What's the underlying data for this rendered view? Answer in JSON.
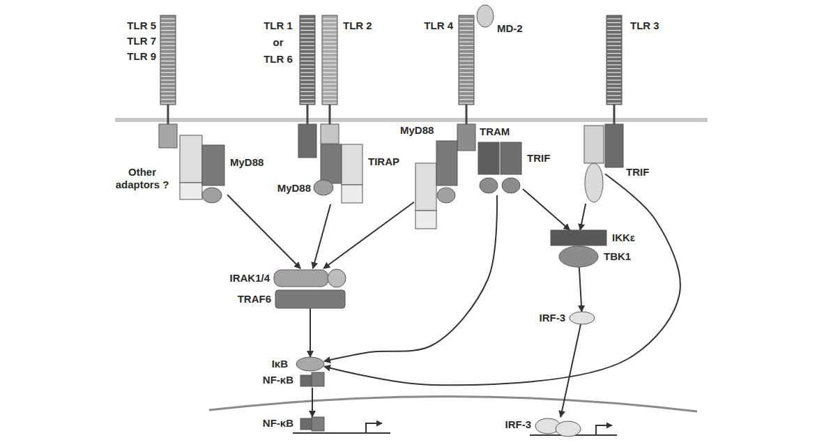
{
  "diagram": {
    "nodes": [
      {
        "text": [
          "TLR 5",
          "TLR 7",
          "TLR 9"
        ]
      },
      {
        "text": [
          "MyD88",
          "Other adaptors ?"
        ]
      },
      {
        "text": [
          "TLR 1",
          "or",
          "TLR 6"
        ]
      },
      {
        "text": [
          "TLR 2"
        ]
      },
      {
        "text": [
          "MyD88",
          "TIRAP"
        ]
      },
      {
        "text": [
          "TLR 4"
        ]
      },
      {
        "text": [
          "MD-2"
        ]
      },
      {
        "text": [
          "MyD88"
        ]
      },
      {
        "text": [
          "TRAM",
          "TRIF"
        ]
      },
      {
        "text": [
          "TLR 3"
        ]
      },
      {
        "text": [
          "TRIF"
        ]
      },
      {
        "text": [
          "IKKε"
        ]
      },
      {
        "text": [
          "TBK1"
        ]
      },
      {
        "text": [
          "IRAK1/4"
        ]
      },
      {
        "text": [
          "TRAF6"
        ]
      },
      {
        "text": [
          "IκB"
        ]
      },
      {
        "text": [
          "NF-κB"
        ]
      },
      {
        "text": [
          "NF-κB"
        ]
      },
      {
        "text": [
          "IRF-3"
        ]
      },
      {
        "text": [
          "IRF-3"
        ]
      }
    ],
    "edges": [
      {
        "from": 1,
        "to": 13,
        "arrow": "to"
      },
      {
        "from": 4,
        "to": 13,
        "arrow": "to"
      },
      {
        "from": 7,
        "to": 13,
        "arrow": "to"
      },
      {
        "from": 8,
        "to": 11,
        "arrow": "to"
      },
      {
        "from": 8,
        "to": 15,
        "arrow": "to"
      },
      {
        "from": 10,
        "to": 11,
        "arrow": "to"
      },
      {
        "from": 10,
        "to": 15,
        "arrow": "to"
      },
      {
        "from": 14,
        "to": 15,
        "arrow": "to"
      },
      {
        "from": 12,
        "to": 18,
        "arrow": "to"
      },
      {
        "from": 16,
        "to": 17,
        "arrow": "to"
      },
      {
        "from": 18,
        "to": 19,
        "arrow": "to"
      }
    ]
  }
}
